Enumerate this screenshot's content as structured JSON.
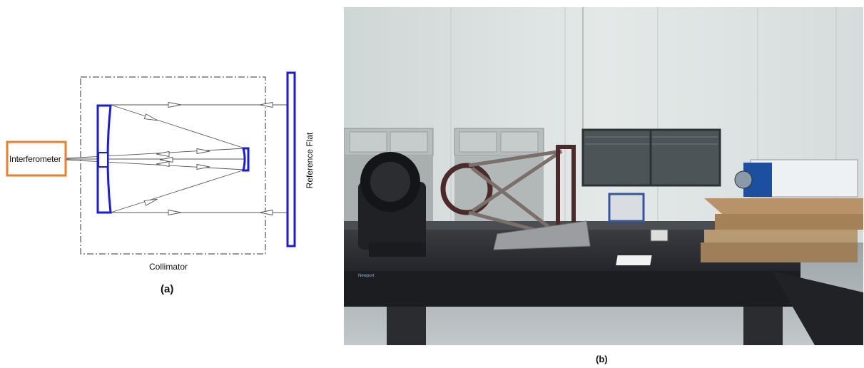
{
  "panel_a": {
    "interferometer_label": "Interferometer",
    "reference_flat_label": "Reference Flat",
    "collimator_label": "Collimator",
    "caption": "(a)",
    "colors": {
      "optics": "#1a1ae6",
      "interferometer_box": "#f07d2a",
      "rays": "#555555",
      "collimator_border": "#333333"
    }
  },
  "panel_b": {
    "caption": "(b)",
    "table_brand_text": "Newport",
    "content": "photo of the optical test lab setup on an optical table"
  }
}
